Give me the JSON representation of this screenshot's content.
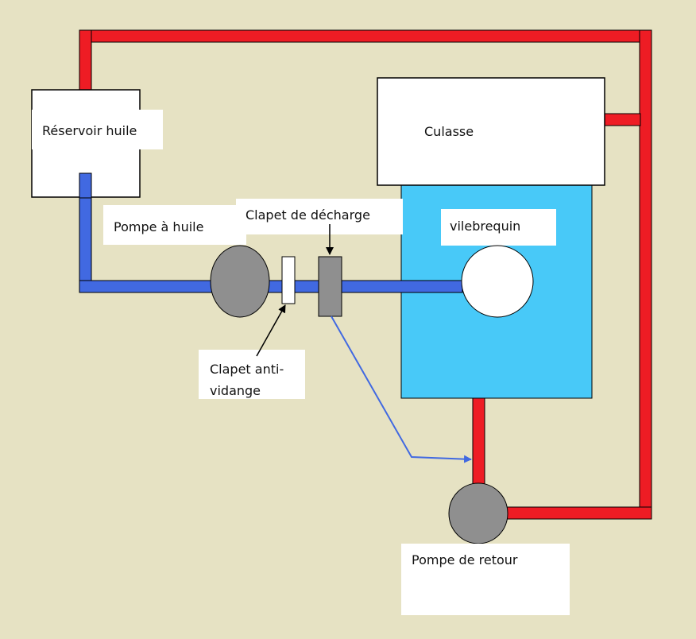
{
  "labels": {
    "reservoir": "Réservoir huile",
    "culasse": "Culasse",
    "pompe_huile": "Pompe à huile",
    "clapet_decharge": "Clapet de décharge",
    "vilebrequin": "vilebrequin",
    "clapet_anti_vidange_line1": "Clapet anti-",
    "clapet_anti_vidange_line2": "vidange",
    "pompe_retour": "Pompe de retour"
  },
  "colors": {
    "background": "#e6e2c3",
    "return_pipe_red": "#ee1c24",
    "feed_pipe_blue": "#4169e1",
    "carter_cyan": "#48c9f8",
    "pump_gray": "#8f8f8f",
    "outline": "#000000"
  }
}
